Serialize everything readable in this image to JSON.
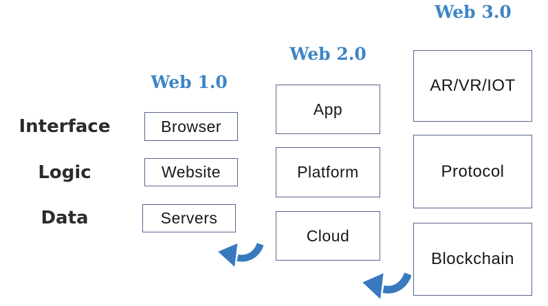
{
  "colors": {
    "header_blue": "#3d85c6",
    "arrow_blue": "#3879c0",
    "box_border": "#55628f",
    "row_label": "#2b2b2b",
    "box_text": "#17171c"
  },
  "rows": [
    {
      "label": "Interface"
    },
    {
      "label": "Logic"
    },
    {
      "label": "Data"
    }
  ],
  "columns": [
    {
      "header": "Web 1.0",
      "boxes": [
        {
          "label": "Browser"
        },
        {
          "label": "Website"
        },
        {
          "label": "Servers"
        }
      ]
    },
    {
      "header": "Web 2.0",
      "boxes": [
        {
          "label": "App"
        },
        {
          "label": "Platform"
        },
        {
          "label": "Cloud"
        }
      ]
    },
    {
      "header": "Web 3.0",
      "boxes": [
        {
          "label": "AR/VR/IOT"
        },
        {
          "label": "Protocol"
        },
        {
          "label": "Blockchain"
        }
      ]
    }
  ],
  "arrows": [
    {
      "name": "cloud-to-servers"
    },
    {
      "name": "blockchain-to-cloud"
    }
  ]
}
